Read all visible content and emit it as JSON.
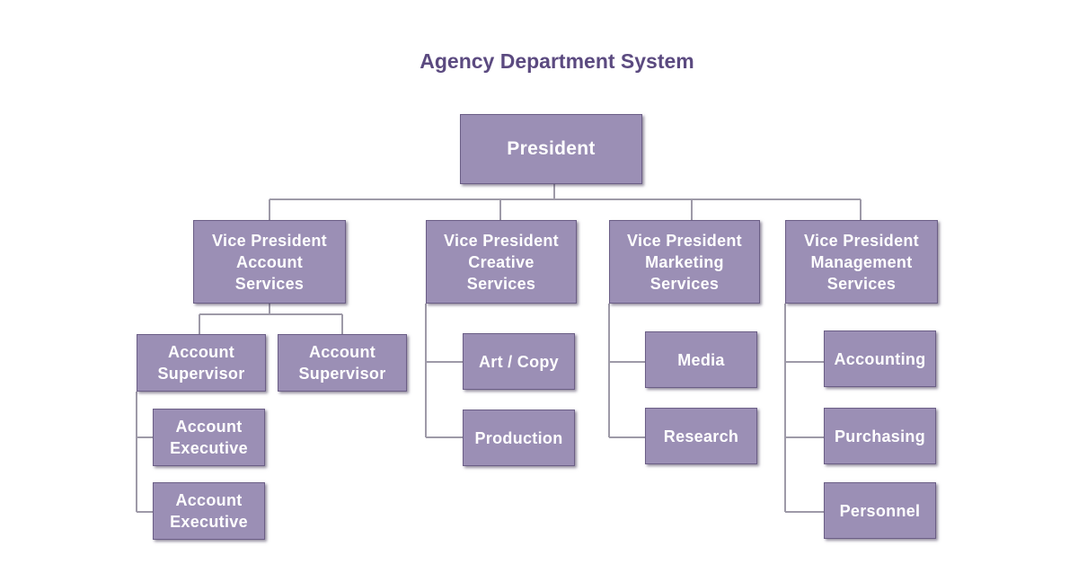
{
  "title": "Agency Department System",
  "colors": {
    "box_fill": "#9b8fb5",
    "box_border": "#6b5e86",
    "connector": "#9e9aa8",
    "title_text": "#5b4a80"
  },
  "org_chart": {
    "president": "President",
    "vice_presidents": [
      {
        "label": "Vice President\nAccount\nServices",
        "reports": [
          {
            "label": "Account\nSupervisor",
            "reports": [
              "Account\nExecutive",
              "Account\nExecutive"
            ]
          },
          {
            "label": "Account\nSupervisor",
            "reports": []
          }
        ]
      },
      {
        "label": "Vice President\nCreative\nServices",
        "reports": [
          "Art / Copy",
          "Production"
        ]
      },
      {
        "label": "Vice President\nMarketing\nServices",
        "reports": [
          "Media",
          "Research"
        ]
      },
      {
        "label": "Vice President\nManagement\nServices",
        "reports": [
          "Accounting",
          "Purchasing",
          "Personnel"
        ]
      }
    ]
  }
}
